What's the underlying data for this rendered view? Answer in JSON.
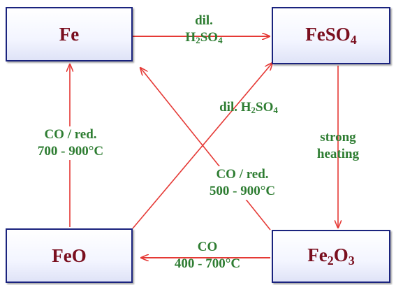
{
  "nodes": {
    "fe": {
      "text": "Fe"
    },
    "feso4": {
      "main": "FeSO",
      "sub": "4"
    },
    "feo": {
      "text": "FeO"
    },
    "fe2o3": {
      "pre": "Fe",
      "sub": "2",
      "post": "O",
      "sub2": "3"
    }
  },
  "labels": {
    "fe_to_feso4": {
      "line1": "dil.",
      "line2_pre": "H",
      "line2_sub": "2",
      "line2_post": "SO",
      "line2_sub2": "4"
    },
    "feo_to_feso4": {
      "pre": "dil. H",
      "sub": "2",
      "post": "SO",
      "sub2": "4"
    },
    "feso4_to_fe2o3": {
      "line1": "strong",
      "line2": "heating"
    },
    "feo_to_fe": {
      "line1": "CO / red.",
      "line2": "700 - 900°C"
    },
    "fe2o3_to_fe": {
      "line1": "CO / red.",
      "line2": "500 - 900°C"
    },
    "fe2o3_to_feo": {
      "line1": "CO",
      "line2": "400 - 700°C"
    }
  },
  "colors": {
    "arrow": "#e53935",
    "label": "#2e7d32",
    "node_text": "#7a0f1f",
    "node_border": "#1a237e"
  }
}
